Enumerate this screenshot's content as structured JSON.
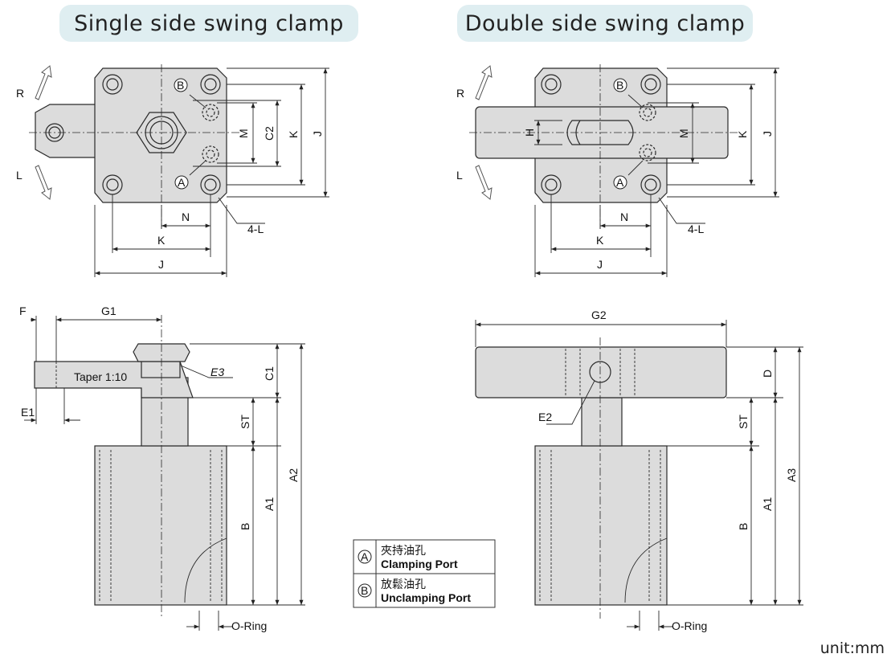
{
  "titles": {
    "single": "Single side swing clamp",
    "double": "Double side swing clamp"
  },
  "unit": "unit:mm",
  "labels": {
    "R": "R",
    "L": "L",
    "A": "A",
    "B": "B",
    "M": "M",
    "C2": "C2",
    "K": "K",
    "J": "J",
    "N": "N",
    "H": "H",
    "four_L": "4-L",
    "F": "F",
    "G1": "G1",
    "G2": "G2",
    "taper": "Taper 1:10",
    "E1": "E1",
    "E2": "E2",
    "E3": "E3",
    "C1": "C1",
    "ST": "ST",
    "A1": "A1",
    "A2": "A2",
    "A3": "A3",
    "Bdim": "B",
    "D": "D",
    "oring": "O-Ring"
  },
  "legend": {
    "a_symbol": "A",
    "a_cn": "夾持油孔",
    "a_en": "Clamping Port",
    "b_symbol": "B",
    "b_cn": "放鬆油孔",
    "b_en": "Unclamping Port"
  },
  "colors": {
    "part_fill": "#dcdcdc",
    "line": "#2a2a2a",
    "title_bg": "#dfeef1"
  },
  "icons": [
    "swing-right-arrow-icon",
    "swing-left-arrow-icon"
  ]
}
